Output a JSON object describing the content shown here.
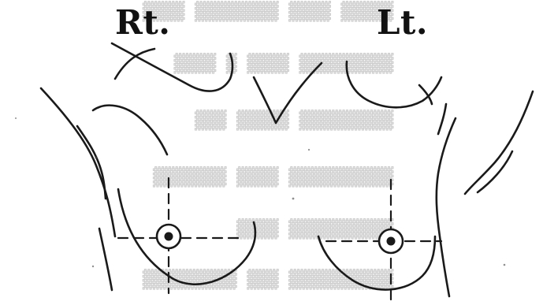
{
  "labels": {
    "right_side": "Rt.",
    "left_side": "Lt."
  },
  "colors": {
    "ink": "#1a1a1a",
    "paper": "#ffffff",
    "bleed_through": "#9a9a9a"
  },
  "marks": {
    "nipple_markers": 2,
    "crosshair_style": "dashed"
  }
}
